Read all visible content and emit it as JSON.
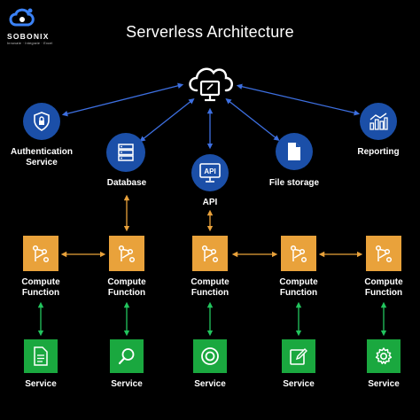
{
  "brand": {
    "name": "SOBONIX",
    "tagline": "Innovate · Integrate · Excel"
  },
  "title": "Serverless Architecture",
  "nodes": {
    "auth": "Authentication Service",
    "database": "Database",
    "api": "API",
    "file_storage": "File storage",
    "reporting": "Reporting"
  },
  "api_icon_text": "API",
  "compute_label": "Compute Function",
  "service_label": "Service",
  "colors": {
    "background": "#000000",
    "blue_node": "#1b4fa8",
    "compute": "#e9a23b",
    "service": "#1aa83f",
    "arrow_blue": "#3d6fe0",
    "arrow_orange": "#e9a23b",
    "arrow_green": "#22c55e"
  },
  "icons": {
    "cloud": "cloud-monitor-icon",
    "auth": "shield-lock-icon",
    "database": "server-icon",
    "api": "api-monitor-icon",
    "file_storage": "file-icon",
    "reporting": "chart-icon",
    "compute": "nodes-graph-icon",
    "services": [
      "document-icon",
      "search-icon",
      "target-icon",
      "edit-icon",
      "gear-icon"
    ]
  }
}
